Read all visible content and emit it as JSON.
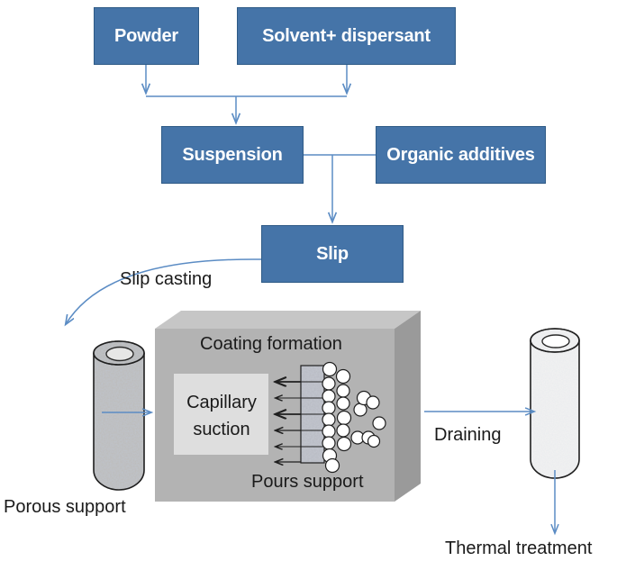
{
  "diagram": {
    "title": "Slip casting coating process flow",
    "colors": {
      "box_fill": "#4574a8",
      "box_border": "#2e5a86",
      "box_text": "#ffffff",
      "arrow_blue": "#5b8cc4",
      "block_front": "#b3b3b3",
      "block_top": "#c6c6c6",
      "block_side": "#9a9a9a",
      "inner_panel": "#dedede",
      "label_text": "#1a1a1a",
      "particle_fill": "#ffffff",
      "particle_stroke": "#1a1a1a",
      "suction_arrow": "#1f1f1f"
    },
    "process_boxes": [
      {
        "id": "powder",
        "label": "Powder"
      },
      {
        "id": "solvent",
        "label": "Solvent+ dispersant"
      },
      {
        "id": "suspension",
        "label": "Suspension"
      },
      {
        "id": "organic_additives",
        "label": "Organic additives"
      },
      {
        "id": "slip",
        "label": "Slip"
      }
    ],
    "step_labels": [
      {
        "id": "slip_casting",
        "label": "Slip casting"
      },
      {
        "id": "draining",
        "label": "Draining"
      },
      {
        "id": "thermal_treatment",
        "label": "Thermal treatment"
      }
    ],
    "object_labels": [
      {
        "id": "porous_support_left",
        "label": "Porous support"
      }
    ],
    "block_labels": [
      {
        "id": "coating_formation",
        "label": "Coating formation"
      },
      {
        "id": "capillary_suction",
        "label": "Capillary\nsuction"
      },
      {
        "id": "capillary_line1",
        "label": "Capillary"
      },
      {
        "id": "capillary_line2",
        "label": "suction"
      },
      {
        "id": "pours_support",
        "label": "Pours support"
      }
    ],
    "schematic": {
      "suction_arrow_count": 6,
      "particle_count": 22,
      "membrane_band_count": 6
    }
  }
}
